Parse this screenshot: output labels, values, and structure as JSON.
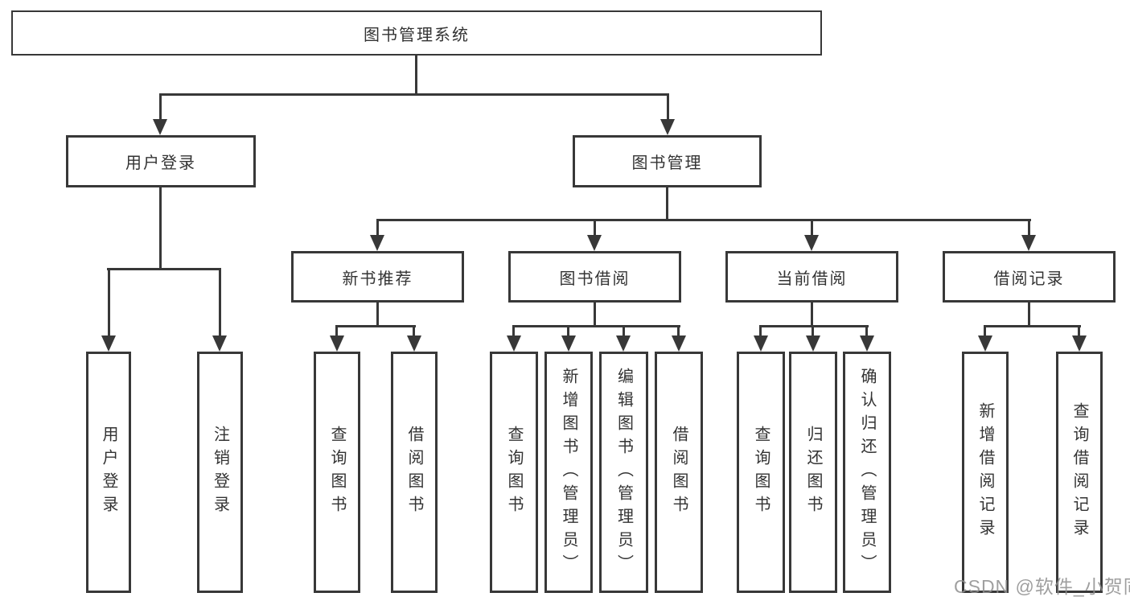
{
  "tree": {
    "label": "图书管理系统",
    "children": [
      {
        "label": "用户登录",
        "children": [
          {
            "label": "用户登录"
          },
          {
            "label": "注销登录"
          }
        ]
      },
      {
        "label": "图书管理",
        "children": [
          {
            "label": "新书推荐",
            "children": [
              {
                "label": "查询图书"
              },
              {
                "label": "借阅图书"
              }
            ]
          },
          {
            "label": "图书借阅",
            "children": [
              {
                "label": "查询图书"
              },
              {
                "label": "新增图书（管理员）"
              },
              {
                "label": "编辑图书（管理员）"
              },
              {
                "label": "借阅图书"
              }
            ]
          },
          {
            "label": "当前借阅",
            "children": [
              {
                "label": "查询图书"
              },
              {
                "label": "归还图书"
              },
              {
                "label": "确认归还（管理员）"
              }
            ]
          },
          {
            "label": "借阅记录",
            "children": [
              {
                "label": "新增借阅记录"
              },
              {
                "label": "查询借阅记录"
              }
            ]
          }
        ]
      }
    ]
  },
  "watermark": {
    "text": "CSDN @软件_小贺同学"
  },
  "colors": {
    "line": "#383838",
    "text": "#333333",
    "watermark": "#8f8f8f",
    "background": "#ffffff"
  }
}
